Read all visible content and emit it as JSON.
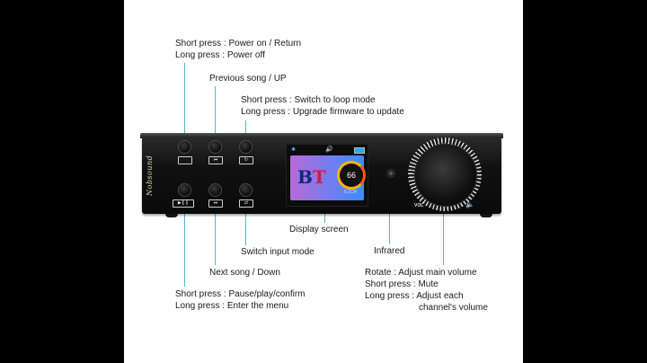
{
  "annotations": {
    "power": {
      "line1": "Short press : Power on / Return",
      "line2": "Long press : Power off"
    },
    "prev": {
      "line1": "Previous song / UP"
    },
    "loop": {
      "line1": "Short press : Switch to loop mode",
      "line2": "Long press : Upgrade firmware to update"
    },
    "display": {
      "line1": "Display screen"
    },
    "infrared": {
      "line1": "Infrared"
    },
    "input": {
      "line1": "Switch input mode"
    },
    "next": {
      "line1": "Next song / Down"
    },
    "pause": {
      "line1": "Short press : Pause/play/confirm",
      "line2": "Long press : Enter the menu"
    },
    "volume": {
      "line1": "Rotate : Adjust main volume",
      "line2": "Short press : Mute",
      "line3": "Long press : Adjust each",
      "line4": "channel's volume"
    }
  },
  "device": {
    "brand": "Nobsound",
    "screen": {
      "mode": "BT",
      "mode_b": "B",
      "mode_t": "T",
      "level": "66",
      "sub": "5.1CH"
    },
    "vol_label": "VOL",
    "mute_glyph": "🔈✕"
  },
  "colors": {
    "leader_line": "#4db7cf",
    "background": "#ffffff",
    "letterbox": "#000000"
  }
}
